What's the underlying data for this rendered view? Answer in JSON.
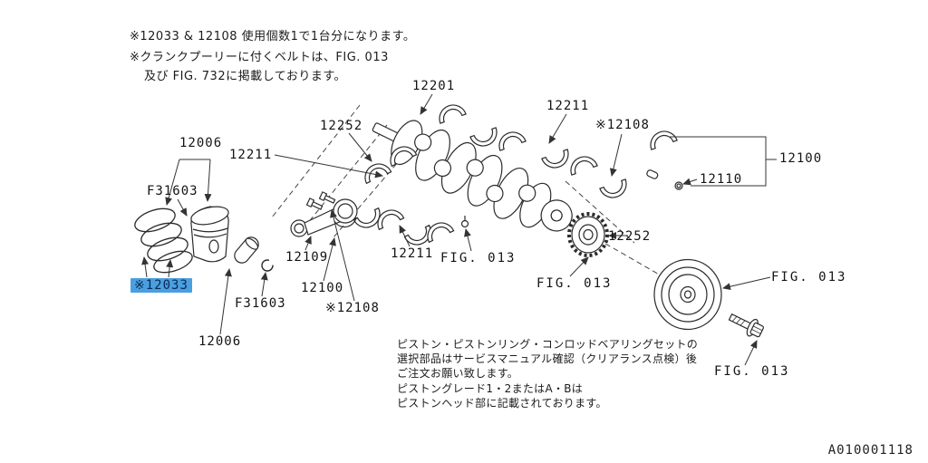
{
  "page": {
    "background": "#ffffff",
    "highlight_color": "#4a9fe0",
    "doc_code": "A010001118"
  },
  "top_notes": {
    "line1": "※12033 & 12108 使用個数1で1台分になります。",
    "line2": "※クランクプーリーに付くベルトは、FIG. 013",
    "line3": "及び FIG. 732に掲載しております。"
  },
  "bottom_notes": {
    "line1": "ピストン・ピストンリング・コンロッドベアリングセットの",
    "line2": "選択部品はサービスマニュアル確認（クリアランス点検）後",
    "line3": "ご注文お願い致します。",
    "line4": "ピストングレード1・2またはA・Bは",
    "line5": "ピストンヘッド部に記載されております。"
  },
  "labels": {
    "p12006_top": "12006",
    "f31603_left": "F31603",
    "p12033_selected": "※12033",
    "p12252_upper": "12252",
    "p12211_left": "12211",
    "p12201": "12201",
    "p12211_upper_right": "12211",
    "p12108_upper_right": "※12108",
    "p12100_right": "12100",
    "p12110": "12110",
    "p12109": "12109",
    "p12100_center": "12100",
    "f31603_center": "F31603",
    "p12108_center": "※12108",
    "p12006_bottom": "12006",
    "p12211_center": "12211",
    "fig013_center": "FIG. 013",
    "p12252_right": "12252",
    "fig013_sprocket": "FIG. 013",
    "fig013_pulley": "FIG. 013",
    "fig013_bolt": "FIG. 013"
  }
}
